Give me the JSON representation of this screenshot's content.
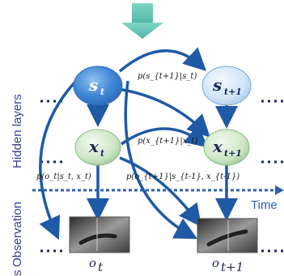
{
  "side_labels": {
    "hidden": "Hidden layers",
    "observation": "Observation",
    "s": "s"
  },
  "nodes": {
    "s_t": "s",
    "s_t_sub": "t",
    "s_t1": "s",
    "s_t1_sub": "t+1",
    "x_t": "x",
    "x_t_sub": "t",
    "x_t1": "x",
    "x_t1_sub": "t+1"
  },
  "edge_labels": {
    "transition_s": "p(s_{t+1}|s_t)",
    "transition_x": "p(x_{t+1}|x_t)",
    "emission_t": "p(o_t|s_t, x_t)",
    "emission_t1": "p(o_{t+1}|s_{t-1}, x_{t-1})"
  },
  "observations": {
    "o_t": "o",
    "o_t_sub": "t",
    "o_t1": "o",
    "o_t1_sub": "t+1"
  },
  "time_axis": "Time",
  "colors": {
    "arrow": "#1f5aa6",
    "top_arrow": "#5cc4b0",
    "s_node_fill": "#4a8fd6",
    "x_node_fill": "#cfe6c8",
    "dots": "#1d2a5c",
    "time_line": "#2f61a8"
  }
}
